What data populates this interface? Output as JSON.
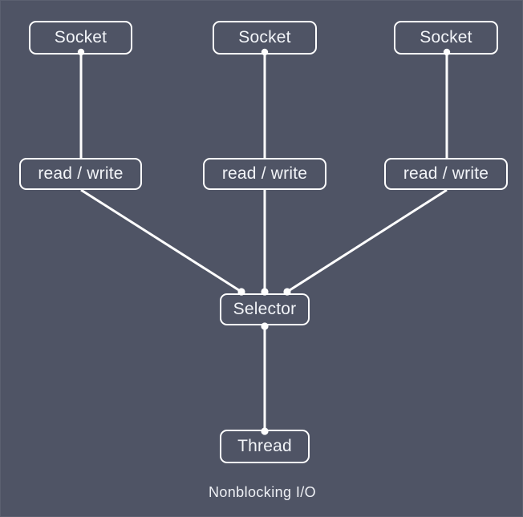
{
  "diagram": {
    "title": "Nonblocking I/O",
    "background_color": "#4f5465",
    "stroke_color": "#ffffff",
    "text_color": "#f2f4f8",
    "caption": "Nonblocking I/O",
    "nodes": {
      "socket_1": "Socket",
      "socket_2": "Socket",
      "socket_3": "Socket",
      "readwrite_1": "read / write",
      "readwrite_2": "read / write",
      "readwrite_3": "read / write",
      "selector": "Selector",
      "thread": "Thread"
    },
    "edges": [
      {
        "from": "socket_1",
        "to": "readwrite_1"
      },
      {
        "from": "socket_2",
        "to": "readwrite_2"
      },
      {
        "from": "socket_3",
        "to": "readwrite_3"
      },
      {
        "from": "readwrite_1",
        "to": "selector"
      },
      {
        "from": "readwrite_2",
        "to": "selector"
      },
      {
        "from": "readwrite_3",
        "to": "selector"
      },
      {
        "from": "selector",
        "to": "thread"
      }
    ]
  }
}
